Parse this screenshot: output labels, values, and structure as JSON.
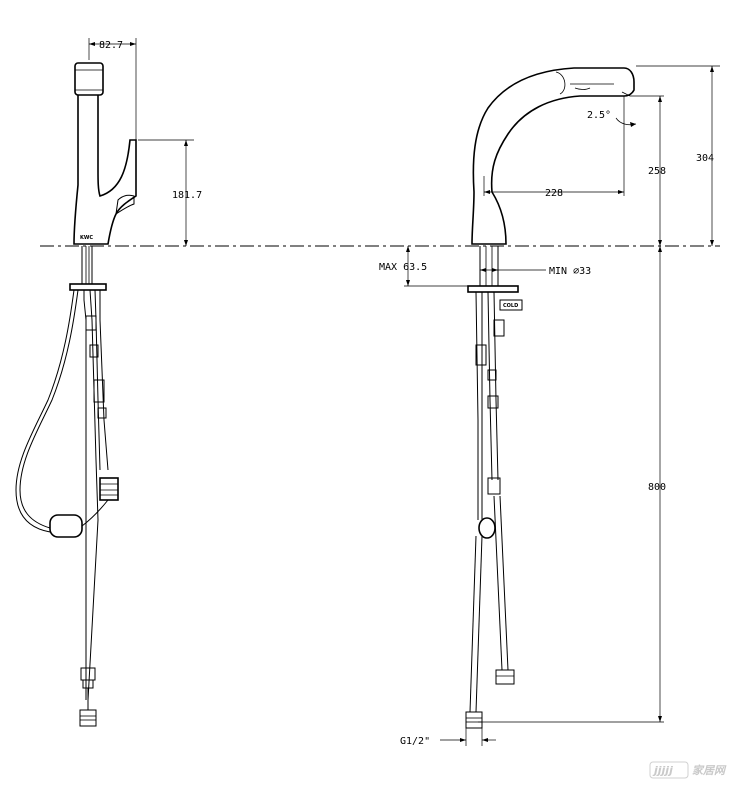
{
  "dimensions": {
    "spout_width": "82.7",
    "handle_height": "181.7",
    "max_deck_thickness": "MAX 63.5",
    "min_hole_diameter": "MIN ∅33",
    "spout_angle": "2.5°",
    "spout_reach": "228",
    "outlet_height": "258",
    "overall_height": "304",
    "hose_length": "800",
    "connection_thread": "G1/2\""
  },
  "labels": {
    "cold_tag": "COLD",
    "brand_mark": "KWC"
  },
  "watermark": {
    "logo_text": "jjjjj",
    "site_text": "家居网"
  }
}
